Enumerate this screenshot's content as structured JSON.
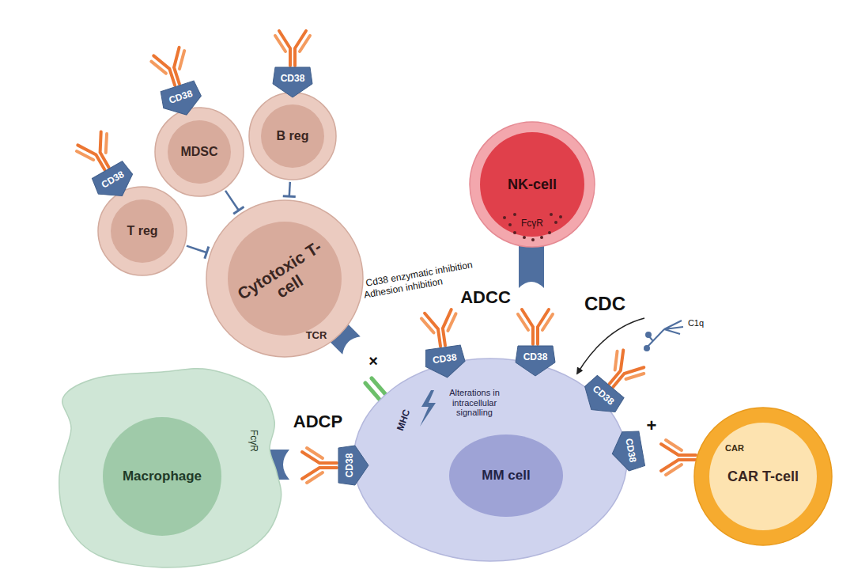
{
  "diagram": {
    "nodes": [
      {
        "text": [
          "CD38"
        ]
      },
      {
        "text": [
          "T reg"
        ]
      },
      {
        "text": [
          "CD38"
        ]
      },
      {
        "text": [
          "MDSC"
        ]
      },
      {
        "text": [
          "CD38"
        ]
      },
      {
        "text": [
          "B reg"
        ]
      },
      {
        "text": [
          "Cytotoxic T-cell",
          "TCR"
        ]
      },
      {
        "text": [
          "NK-cell",
          "FcγR"
        ]
      },
      {
        "text": [
          "Macrophage",
          "FcγR"
        ]
      },
      {
        "text": [
          "MM cell",
          "MHC",
          "Alterations in intracellular signalling"
        ]
      },
      {
        "text": [
          "CD38"
        ]
      },
      {
        "text": [
          "CD38"
        ]
      },
      {
        "text": [
          "CD38"
        ]
      },
      {
        "text": [
          "CD38"
        ]
      },
      {
        "text": [
          "CD38"
        ]
      },
      {
        "text": [
          "CAR T-cell",
          "CAR"
        ]
      }
    ],
    "edges": [
      {
        "from": 1,
        "to": 6,
        "arrow": "to"
      },
      {
        "from": 3,
        "to": 6,
        "arrow": "to"
      },
      {
        "from": 5,
        "to": 6,
        "arrow": "to"
      }
    ],
    "labels": [
      "Cd38 enzymatic inhibition",
      "Adhesion inhibition",
      "ADCC",
      "CDC",
      "C1q",
      "ADCP",
      "×",
      "+"
    ]
  }
}
